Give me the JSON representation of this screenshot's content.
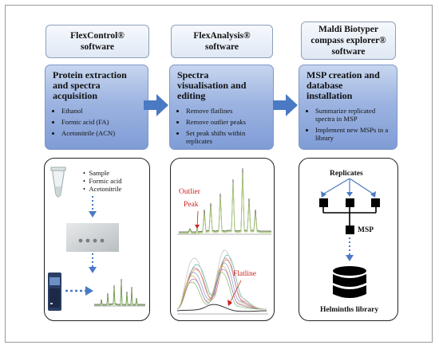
{
  "columns": [
    {
      "header": "FlexControl® software",
      "header_lines": [
        "FlexControl®",
        "software"
      ],
      "step_title_lines": [
        "Protein extraction",
        "and spectra",
        "acquisition"
      ],
      "bullets": [
        "Ethanol",
        "Formic acid (FA)",
        "Acetonitrile (ACN)"
      ]
    },
    {
      "header": "FlexAnalysis® software",
      "header_lines": [
        "FlexAnalysis®",
        "software"
      ],
      "step_title_lines": [
        "Spectra",
        "visualisation and",
        "editing"
      ],
      "bullets": [
        "Remove flatlines",
        "Remove outlier peaks",
        "Set peak shifts within replicates"
      ]
    },
    {
      "header": "Maldi Biotyper compass explorer® software",
      "header_lines": [
        "Maldi Biotyper",
        "compass explorer®",
        "software"
      ],
      "step_title_lines": [
        "MSP creation and",
        "database",
        "installation"
      ],
      "bullets": [
        "Summarize replicated spectra in MSP",
        "Implement new MSPs in a library"
      ]
    }
  ],
  "panel1": {
    "items": [
      "Sample",
      "Formic acid",
      "Acetonitrile"
    ]
  },
  "panel2": {
    "outlier_label": "Outlier",
    "peak_label": "Peak",
    "flatline_label": "Flatline"
  },
  "panel3": {
    "replicates_label": "Replicates",
    "msp_label": "MSP",
    "library_label": "Helminths library"
  },
  "colors": {
    "step_box": "#9db4e1",
    "arrow": "#4a7ac4",
    "dotted_arrow": "#4a7ac4",
    "annotation_red": "#cc1f1f"
  }
}
